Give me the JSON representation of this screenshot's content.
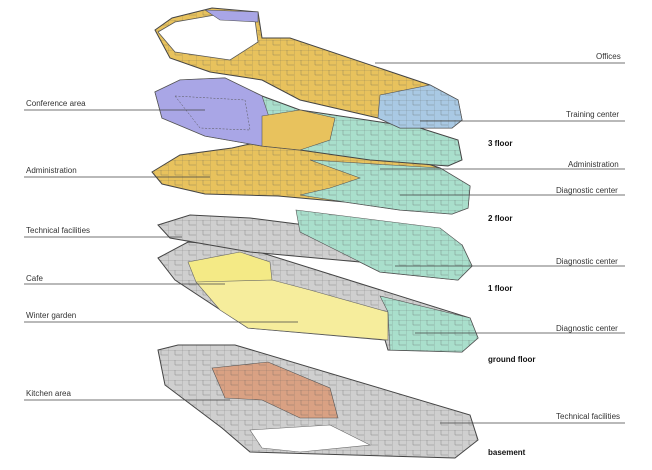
{
  "colors": {
    "offices": "#e8c25d",
    "training": "#a9c9e4",
    "conference": "#a9a6e6",
    "diagnostic": "#a9dfcc",
    "technical": "#c9c9c9",
    "cafe": "#f4ea86",
    "winter_garden": "#f6ed9c",
    "kitchen": "#d9a183",
    "walls": "#555555",
    "leader": "#444444"
  },
  "labels": {
    "offices": "Offices",
    "conference_area": "Conference area",
    "training_center": "Training center",
    "administration_left": "Administration",
    "administration_right": "Administration",
    "diagnostic_center_2": "Diagnostic center",
    "diagnostic_center_1": "Diagnostic center",
    "diagnostic_center_g": "Diagnostic center",
    "technical_facilities_left": "Technical facilities",
    "technical_facilities_right": "Technical facilities",
    "cafe": "Cafe",
    "winter_garden": "Winter garden",
    "kitchen_area": "Kitchen area"
  },
  "floors": {
    "f3": "3 floor",
    "f2": "2 floor",
    "f1": "1 floor",
    "ground": "ground floor",
    "basement": "basement"
  }
}
